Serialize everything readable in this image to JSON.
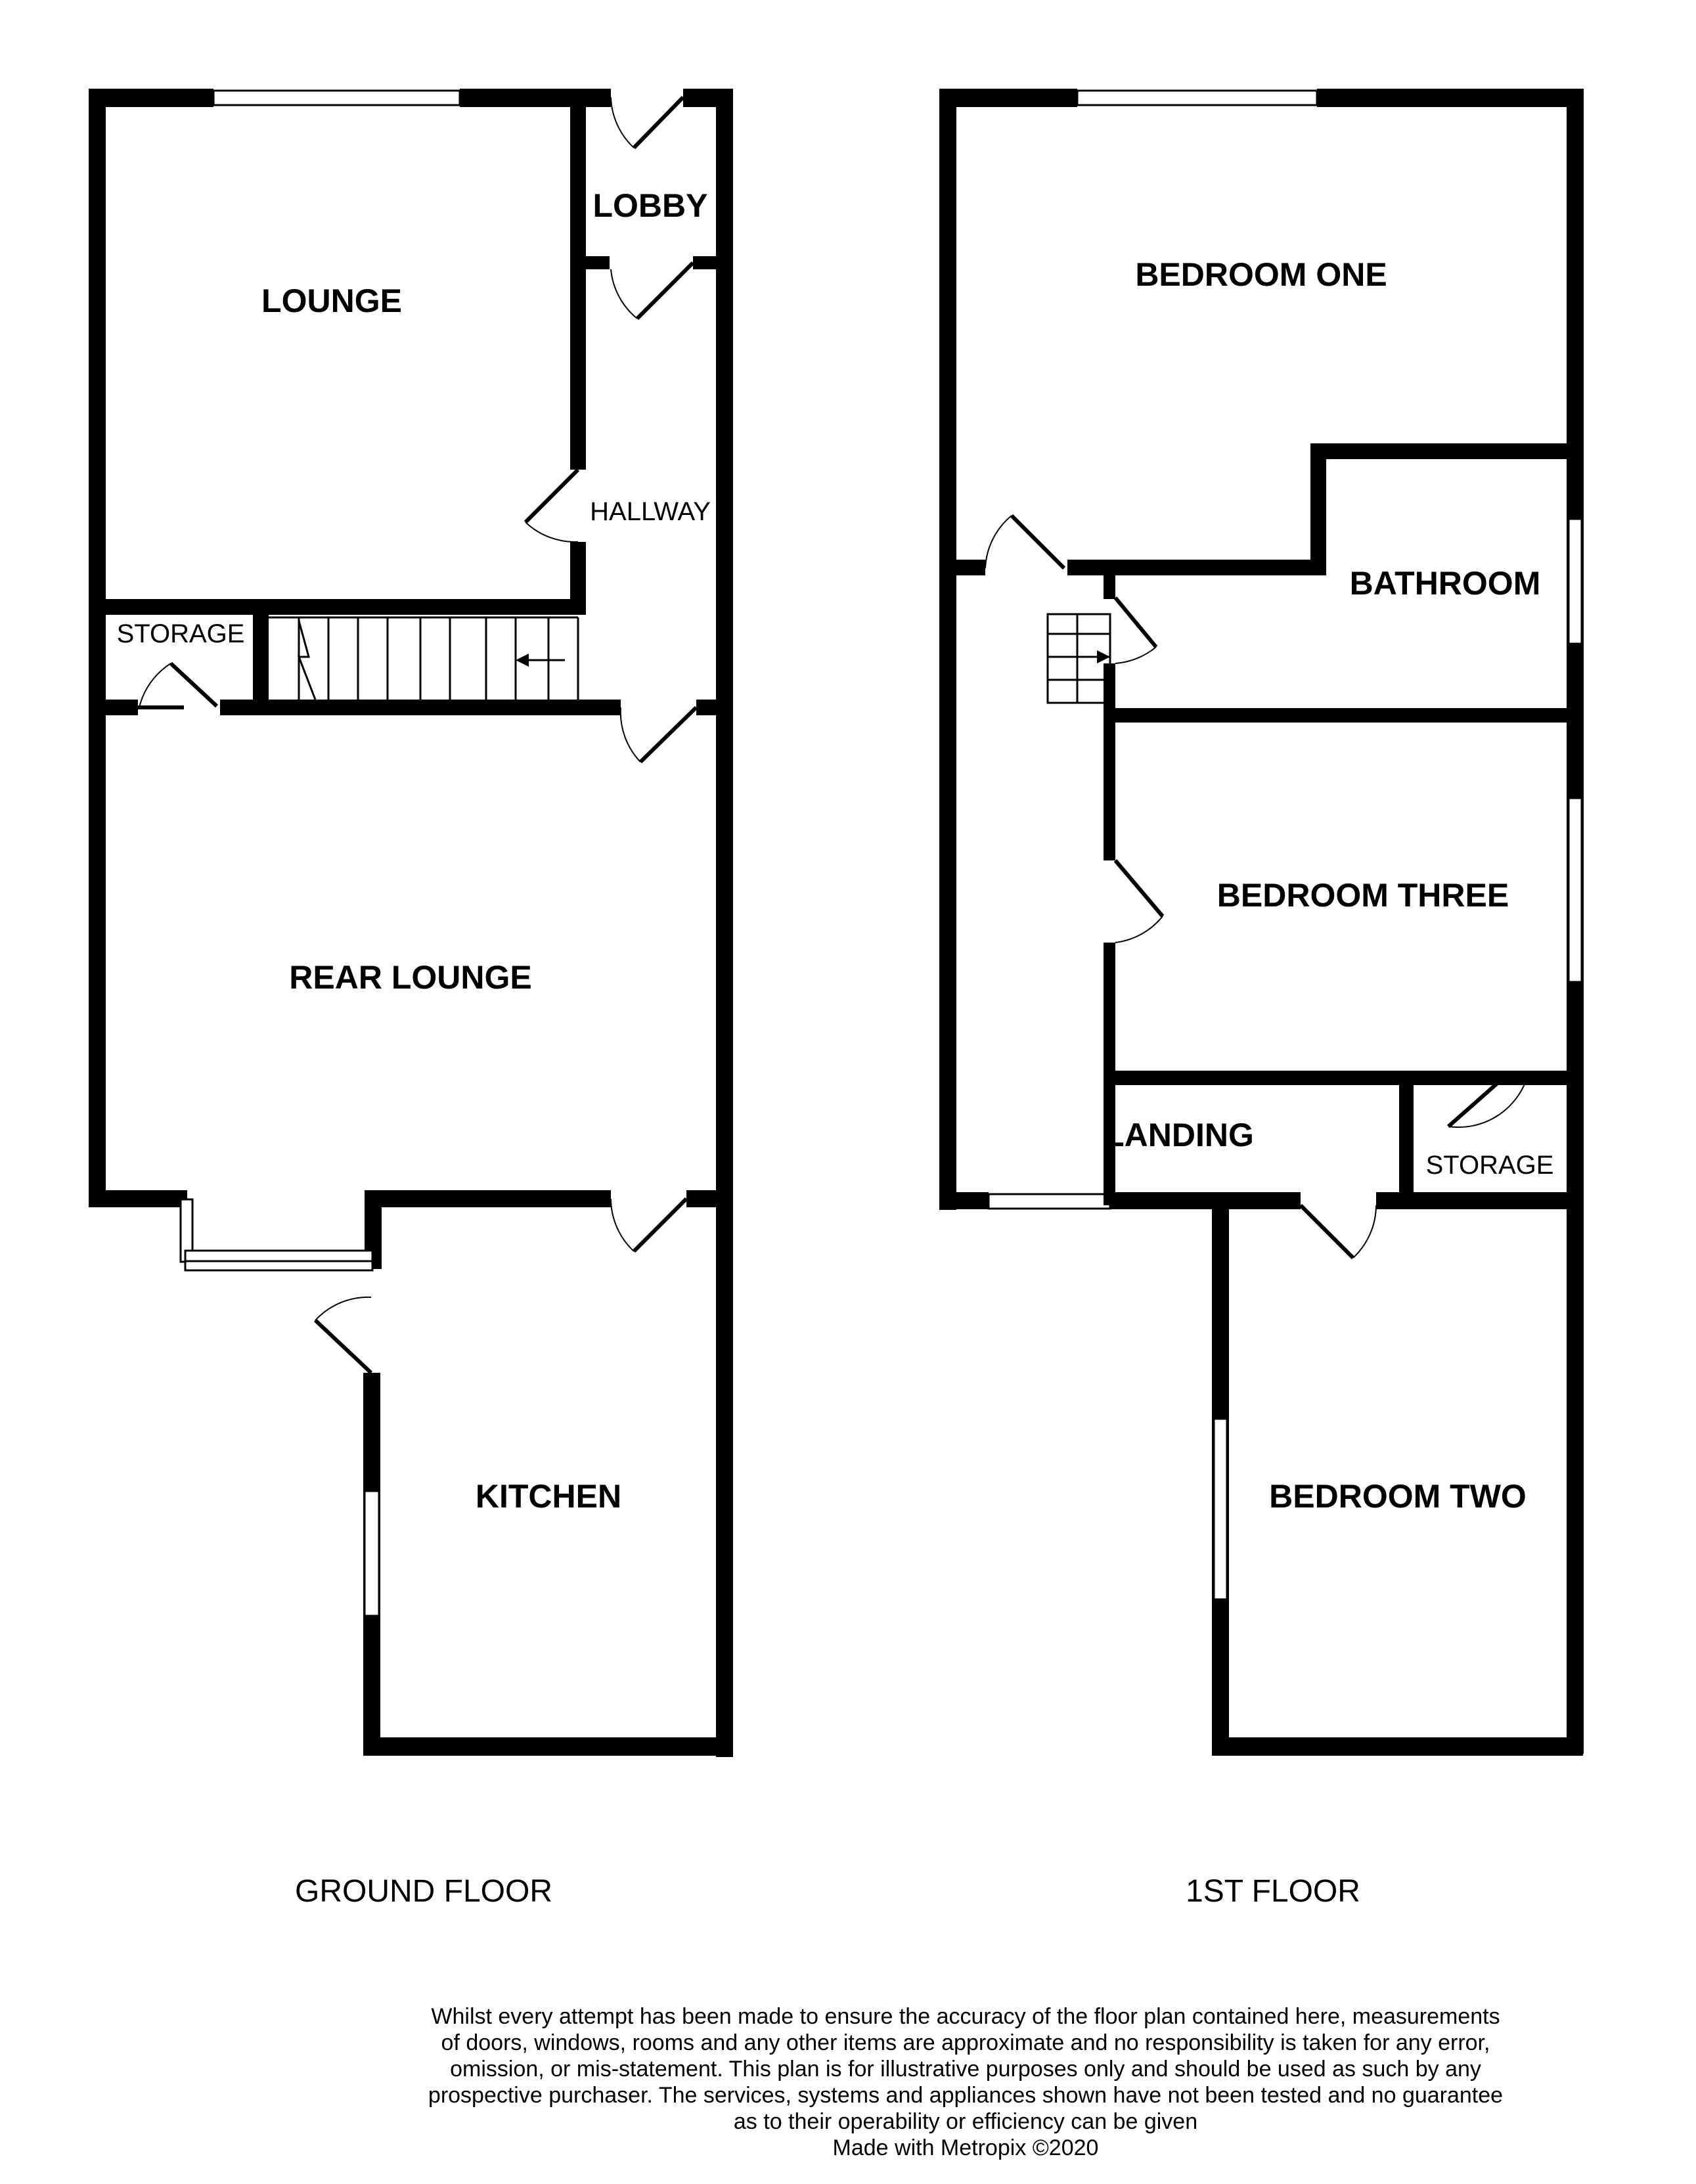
{
  "ground_floor": {
    "title": "GROUND FLOOR",
    "rooms": {
      "lounge": "LOUNGE",
      "lobby": "LOBBY",
      "hallway": "HALLWAY",
      "storage": "STORAGE",
      "rear_lounge": "REAR LOUNGE",
      "kitchen": "KITCHEN"
    }
  },
  "first_floor": {
    "title": "1ST FLOOR",
    "rooms": {
      "bedroom_one": "BEDROOM ONE",
      "bathroom": "BATHROOM",
      "bedroom_three": "BEDROOM THREE",
      "landing": "LANDING",
      "storage": "STORAGE",
      "bedroom_two": "BEDROOM TWO"
    }
  },
  "disclaimer": {
    "line1": "Whilst every attempt has been made to ensure the accuracy of the floor plan contained here, measurements",
    "line2": "of doors, windows, rooms and any other items are approximate and no responsibility is taken for any error,",
    "line3": "omission, or mis-statement. This plan is for illustrative purposes only and should be used as such by any",
    "line4": "prospective purchaser. The services, systems and appliances shown have not been tested and no guarantee",
    "line5": "as to their operability or efficiency can be given",
    "line6": "Made with Metropix ©2020"
  }
}
